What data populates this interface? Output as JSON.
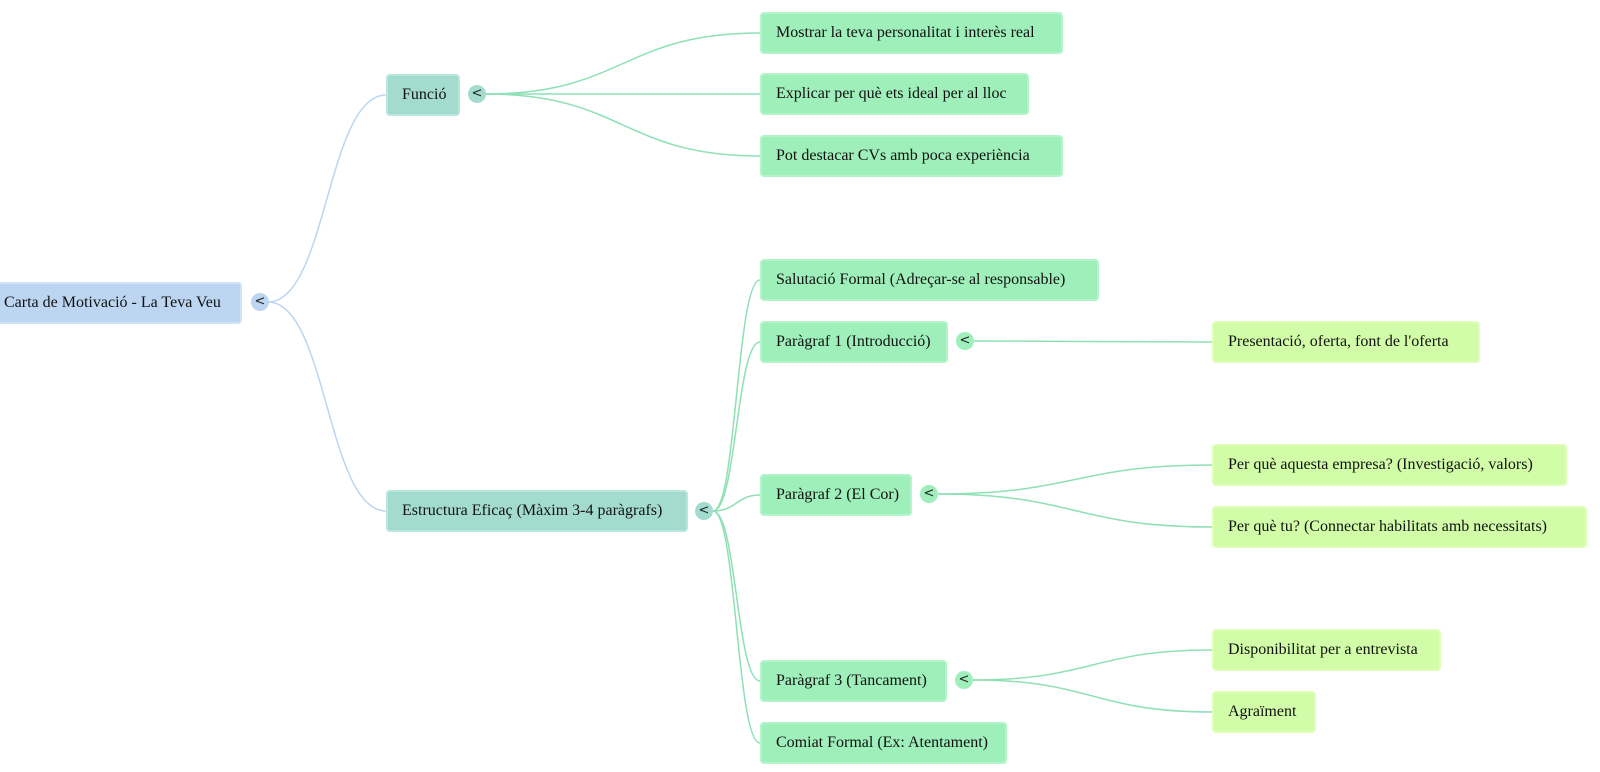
{
  "colors": {
    "root": "#bcd6f1",
    "level1": "#a3dccf",
    "level2": "#9eefba",
    "level3": "#d2fda8",
    "link_root": "#bcd6f1",
    "link_child": "#8fe0b5"
  },
  "toggle_symbol": "<",
  "root": {
    "label": "Carta de Motivació - La Teva Veu"
  },
  "funcio": {
    "label": "Funció",
    "children": [
      "Mostrar la teva personalitat i interès real",
      "Explicar per què ets ideal per al lloc",
      "Pot destacar CVs amb poca experiència"
    ]
  },
  "estructura": {
    "label": "Estructura Eficaç (Màxim 3-4 paràgrafs)",
    "salutacio": "Salutació Formal (Adreçar-se al responsable)",
    "p1": {
      "label": "Paràgraf 1 (Introducció)",
      "children": [
        "Presentació, oferta, font de l'oferta"
      ]
    },
    "p2": {
      "label": "Paràgraf 2 (El Cor)",
      "children": [
        "Per què aquesta empresa? (Investigació, valors)",
        "Per què tu? (Connectar habilitats amb necessitats)"
      ]
    },
    "p3": {
      "label": "Paràgraf 3 (Tancament)",
      "children": [
        "Disponibilitat per a entrevista",
        "Agraïment"
      ]
    },
    "comiat": "Comiat Formal (Ex: Atentament)"
  }
}
